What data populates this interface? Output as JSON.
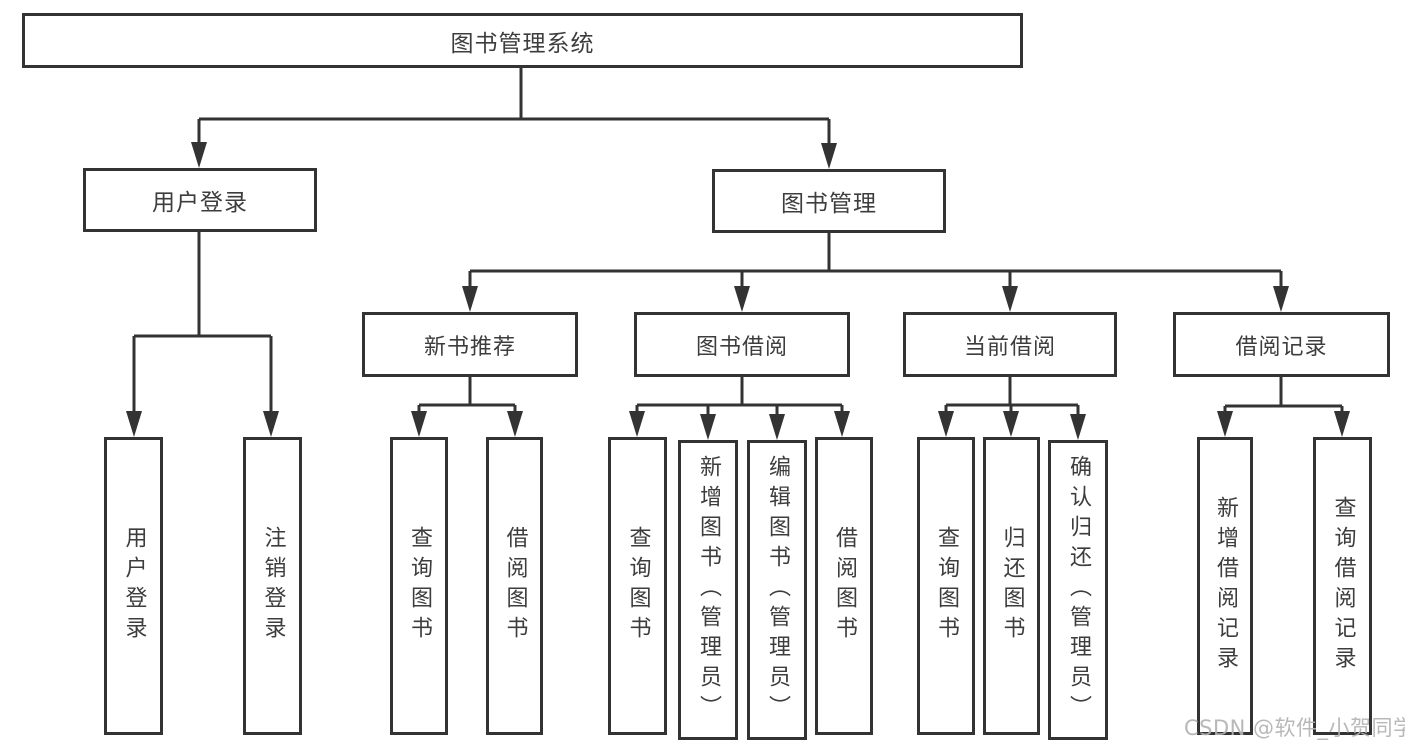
{
  "diagram": {
    "type": "tree",
    "title": "图书管理系统",
    "nodes": {
      "root": "图书管理系统",
      "user_login": "用户登录",
      "book_mgmt": "图书管理",
      "new_book_rec": "新书推荐",
      "book_borrow": "图书借阅",
      "current_borrow": "当前借阅",
      "borrow_record": "借阅记录",
      "leaf_user_login": "用户登录",
      "leaf_logout": "注销登录",
      "leaf_query_book_rec": "查询图书",
      "leaf_borrow_book_rec": "借阅图书",
      "leaf_query_book_borrow": "查询图书",
      "leaf_add_book_admin": "新增图书（管理员）",
      "leaf_edit_book_admin": "编辑图书（管理员）",
      "leaf_borrow_book_borrow": "借阅图书",
      "leaf_query_book_current": "查询图书",
      "leaf_return_book": "归还图书",
      "leaf_confirm_return_admin": "确认归还（管理员）",
      "leaf_add_borrow_record": "新增借阅记录",
      "leaf_query_borrow_record": "查询借阅记录"
    },
    "hierarchy": {
      "图书管理系统": {
        "用户登录": [
          "用户登录",
          "注销登录"
        ],
        "图书管理": {
          "新书推荐": [
            "查询图书",
            "借阅图书"
          ],
          "图书借阅": [
            "查询图书",
            "新增图书（管理员）",
            "编辑图书（管理员）",
            "借阅图书"
          ],
          "当前借阅": [
            "查询图书",
            "归还图书",
            "确认归还（管理员）"
          ],
          "借阅记录": [
            "新增借阅记录",
            "查询借阅记录"
          ]
        }
      }
    }
  },
  "watermark": {
    "text": "CSDN @软件_小贺同学",
    "color": "#b2b2b2"
  },
  "colors": {
    "background": "#ffffff",
    "box_border": "#333333",
    "box_fill": "#ffffff",
    "text": "#3d3d3d",
    "connector": "#333333"
  }
}
